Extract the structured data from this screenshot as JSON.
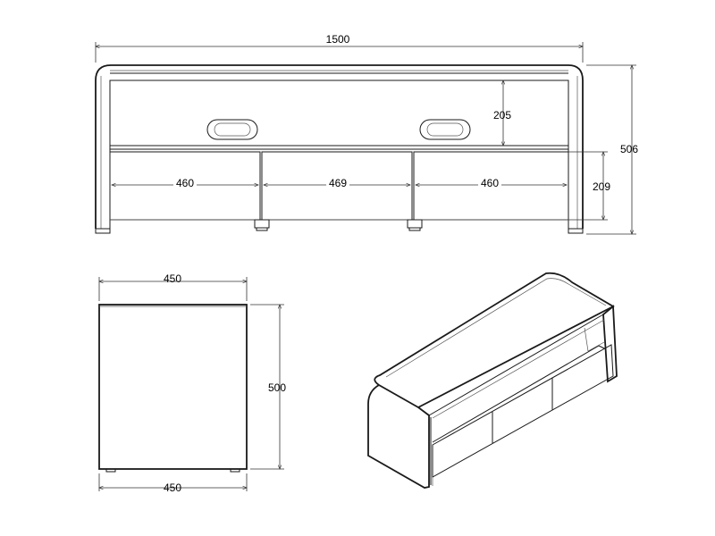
{
  "front_view": {
    "overall_width": "1500",
    "overall_height": "506",
    "shelf_height": "205",
    "drawer_height": "209",
    "drawer_widths": [
      "460",
      "469",
      "460"
    ]
  },
  "side_view": {
    "top_width": "450",
    "bottom_width": "450",
    "depth": "500"
  },
  "colors": {
    "line": "#1a1a1a",
    "background": "#ffffff"
  }
}
